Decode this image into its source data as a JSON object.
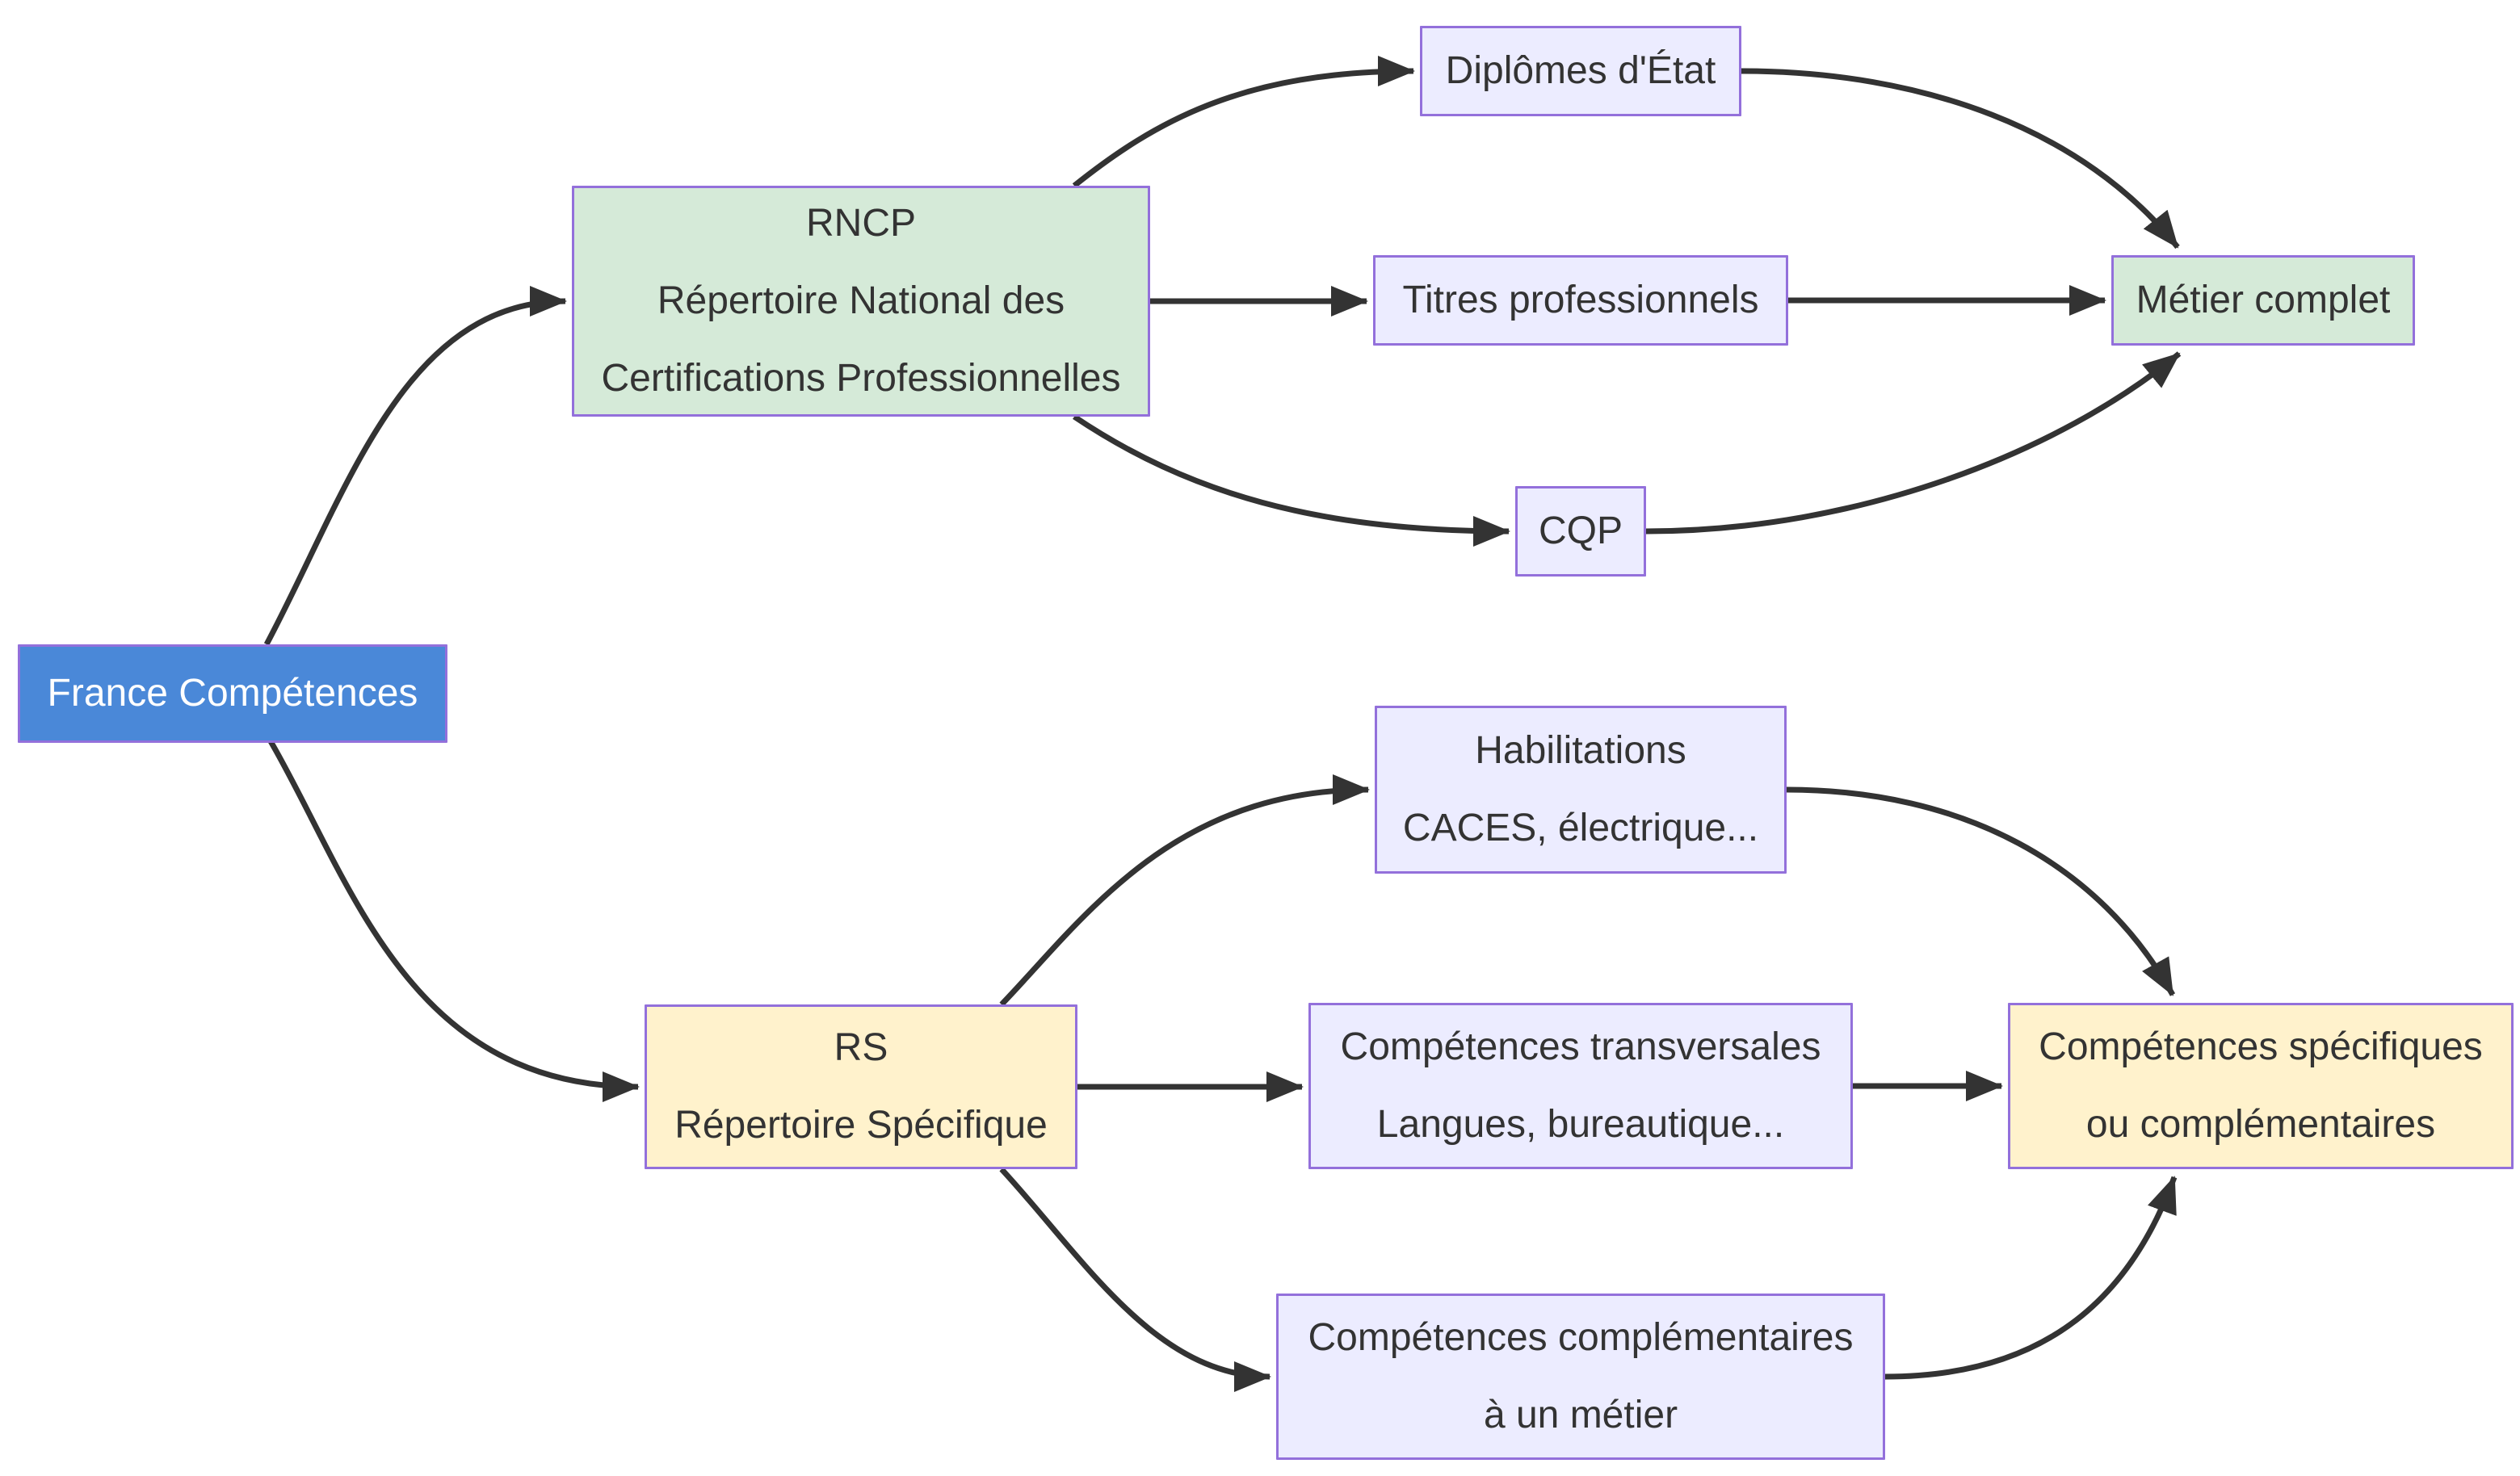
{
  "colors": {
    "background": "#ffffff",
    "edge": "#333333",
    "border": "#9370db",
    "lavender_fill": "#ececff",
    "green_fill": "#d5ead8",
    "yellow_fill": "#fff2cc",
    "blue_fill": "#4a88d8",
    "text_dark": "#333333",
    "text_light": "#ffffff"
  },
  "nodes": {
    "france": {
      "lines": [
        "France Compétences"
      ],
      "fill": "#4a88d8",
      "border": "#9370db",
      "text": "#ffffff"
    },
    "rncp": {
      "lines": [
        "RNCP",
        "Répertoire National des",
        "Certifications Professionnelles"
      ],
      "fill": "#d5ead8",
      "border": "#9370db",
      "text": "#333333"
    },
    "diplomes": {
      "lines": [
        "Diplômes d'État"
      ],
      "fill": "#ececff",
      "border": "#9370db",
      "text": "#333333"
    },
    "titres": {
      "lines": [
        "Titres professionnels"
      ],
      "fill": "#ececff",
      "border": "#9370db",
      "text": "#333333"
    },
    "cqp": {
      "lines": [
        "CQP"
      ],
      "fill": "#ececff",
      "border": "#9370db",
      "text": "#333333"
    },
    "metier": {
      "lines": [
        "Métier complet"
      ],
      "fill": "#d5ead8",
      "border": "#9370db",
      "text": "#333333"
    },
    "rs": {
      "lines": [
        "RS",
        "Répertoire Spécifique"
      ],
      "fill": "#fff2cc",
      "border": "#9370db",
      "text": "#333333"
    },
    "habilitations": {
      "lines": [
        "Habilitations",
        "CACES, électrique..."
      ],
      "fill": "#ececff",
      "border": "#9370db",
      "text": "#333333"
    },
    "transversales": {
      "lines": [
        "Compétences transversales",
        "Langues, bureautique..."
      ],
      "fill": "#ececff",
      "border": "#9370db",
      "text": "#333333"
    },
    "complementaires": {
      "lines": [
        "Compétences complémentaires",
        "à un métier"
      ],
      "fill": "#ececff",
      "border": "#9370db",
      "text": "#333333"
    },
    "specifiques": {
      "lines": [
        "Compétences spécifiques",
        "ou complémentaires"
      ],
      "fill": "#fff2cc",
      "border": "#9370db",
      "text": "#333333"
    }
  },
  "edges": [
    {
      "from": "france",
      "to": "rncp"
    },
    {
      "from": "france",
      "to": "rs"
    },
    {
      "from": "rncp",
      "to": "diplomes"
    },
    {
      "from": "rncp",
      "to": "titres"
    },
    {
      "from": "rncp",
      "to": "cqp"
    },
    {
      "from": "diplomes",
      "to": "metier"
    },
    {
      "from": "titres",
      "to": "metier"
    },
    {
      "from": "cqp",
      "to": "metier"
    },
    {
      "from": "rs",
      "to": "habilitations"
    },
    {
      "from": "rs",
      "to": "transversales"
    },
    {
      "from": "rs",
      "to": "complementaires"
    },
    {
      "from": "habilitations",
      "to": "specifiques"
    },
    {
      "from": "transversales",
      "to": "specifiques"
    },
    {
      "from": "complementaires",
      "to": "specifiques"
    }
  ]
}
